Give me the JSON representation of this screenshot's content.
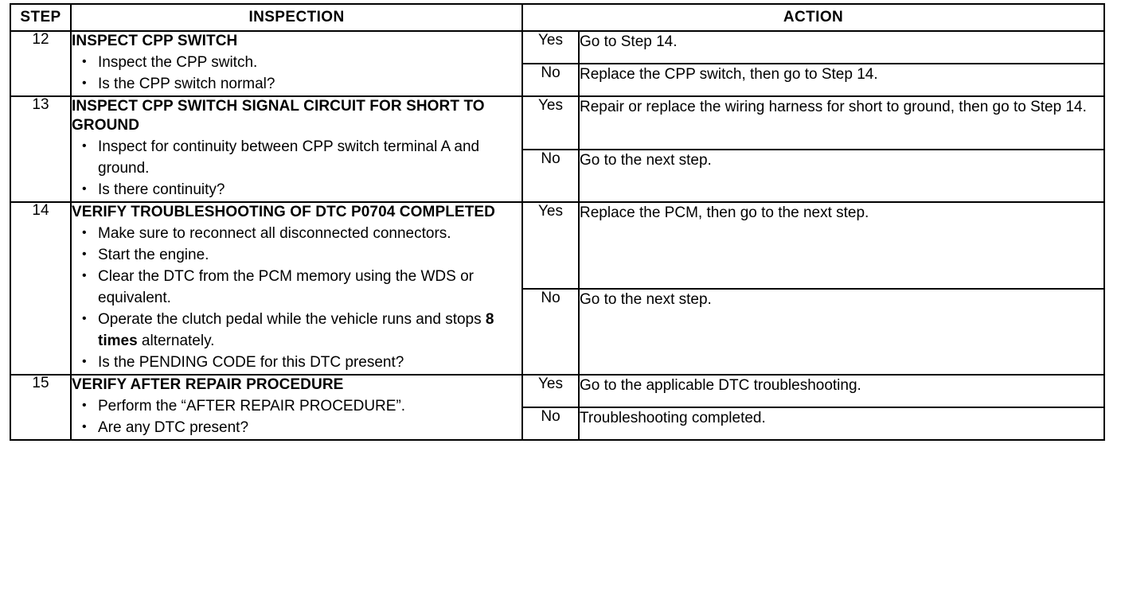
{
  "table": {
    "headers": {
      "step": "STEP",
      "inspection": "INSPECTION",
      "action": "ACTION"
    },
    "yes_label": "Yes",
    "no_label": "No",
    "bullet_glyph": "•",
    "rows": [
      {
        "step": "12",
        "title": "INSPECT CPP SWITCH",
        "items": [
          "Inspect the CPP switch.",
          "Is the CPP switch normal?"
        ],
        "yes_action": "Go to Step 14.",
        "no_action": "Replace the CPP switch, then go to Step 14."
      },
      {
        "step": "13",
        "title": "INSPECT CPP SWITCH SIGNAL CIRCUIT FOR SHORT TO GROUND",
        "items": [
          "Inspect for continuity between CPP switch terminal A and ground.",
          "Is there continuity?"
        ],
        "yes_action": "Repair or replace the wiring harness for short to ground, then go to Step 14.",
        "no_action": "Go to the next step."
      },
      {
        "step": "14",
        "title": "VERIFY TROUBLESHOOTING OF DTC P0704 COMPLETED",
        "items": [
          "Make sure to reconnect all disconnected connectors.",
          "Start the engine.",
          "Clear the DTC from the PCM memory using the WDS or equivalent.",
          "Operate the clutch pedal while the vehicle runs and stops 8 times alternately.",
          "Is the PENDING CODE for this DTC present?"
        ],
        "emphasis": "8 times",
        "yes_action": "Replace the PCM, then go to the next step.",
        "no_action": "Go to the next step."
      },
      {
        "step": "15",
        "title": "VERIFY AFTER REPAIR PROCEDURE",
        "items": [
          "Perform the “AFTER REPAIR PROCEDURE”.",
          "Are any DTC present?"
        ],
        "yes_action": "Go to the applicable DTC troubleshooting.",
        "no_action": "Troubleshooting completed."
      }
    ]
  },
  "colors": {
    "ink": "#000000",
    "paper": "#ffffff"
  }
}
